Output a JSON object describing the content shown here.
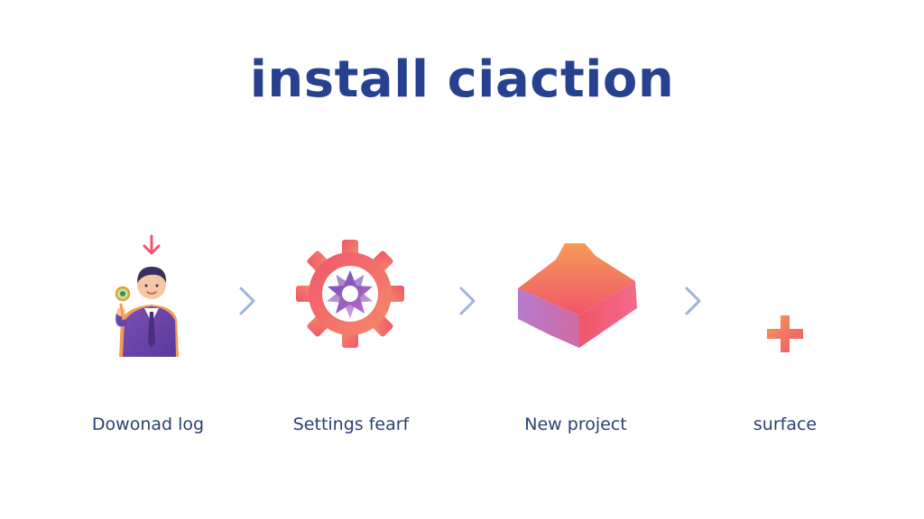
{
  "title": "install ciaction",
  "colors": {
    "title": "#26418f",
    "label": "#2b3f73",
    "arrow": "#9fb2d8",
    "accent_red": "#f0566a",
    "accent_orange": "#f59a58",
    "accent_purple": "#8a5bc2"
  },
  "steps": [
    {
      "label": "Dowonad log",
      "icon": "person-with-magnifier-icon"
    },
    {
      "label": "Settings fearf",
      "icon": "gear-icon"
    },
    {
      "label": "New project",
      "icon": "isometric-block-icon"
    },
    {
      "label": "surface",
      "icon": "plus-icon"
    }
  ],
  "arrows": [
    "chevron-right-icon",
    "chevron-right-icon",
    "chevron-right-icon"
  ]
}
